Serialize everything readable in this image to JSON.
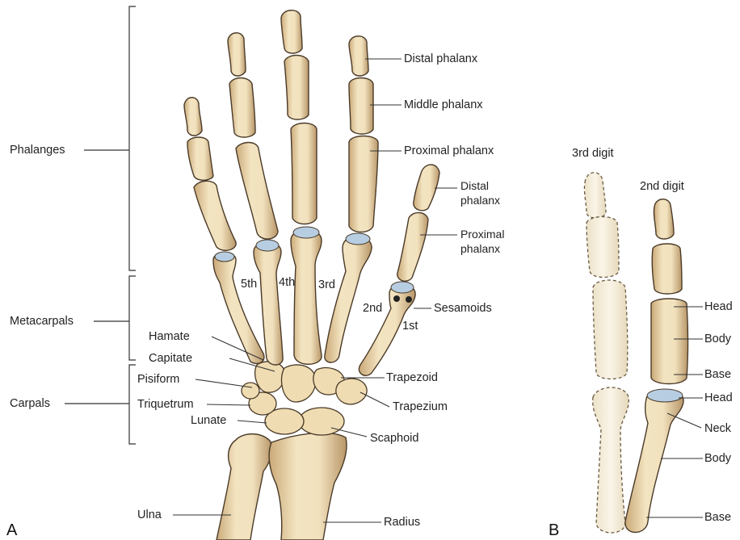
{
  "panel_a": {
    "letter": "A",
    "groups": {
      "phalanges": "Phalanges",
      "metacarpals": "Metacarpals",
      "carpals": "Carpals"
    },
    "carpal_labels": {
      "hamate": "Hamate",
      "capitate": "Capitate",
      "pisiform": "Pisiform",
      "triquetrum": "Triquetrum",
      "lunate": "Lunate",
      "trapezoid": "Trapezoid",
      "trapezium": "Trapezium",
      "scaphoid": "Scaphoid"
    },
    "forearm_labels": {
      "ulna": "Ulna",
      "radius": "Radius"
    },
    "finger_labels": {
      "distal_phalanx": "Distal phalanx",
      "middle_phalanx": "Middle phalanx",
      "proximal_phalanx": "Proximal phalanx"
    },
    "thumb_labels": {
      "distal_line1": "Distal",
      "distal_line2": "phalanx",
      "proximal_line1": "Proximal",
      "proximal_line2": "phalanx",
      "sesamoids": "Sesamoids"
    },
    "metacarpal_numbers": {
      "fifth": "5th",
      "fourth": "4th",
      "third": "3rd",
      "second": "2nd",
      "first": "1st"
    }
  },
  "panel_b": {
    "letter": "B",
    "digit3": "3rd digit",
    "digit2": "2nd digit",
    "phalanx_parts": {
      "head": "Head",
      "body": "Body",
      "base": "Base"
    },
    "metacarpal_parts": {
      "head": "Head",
      "neck": "Neck",
      "body": "Body",
      "base": "Base"
    }
  },
  "colors": {
    "bone": "#f1e2bd",
    "bone_shade": "#c9ab79",
    "outline": "#4a3a28",
    "cartilage": "#aac4dd",
    "ghost": "#f7f1df",
    "line": "#333333"
  }
}
